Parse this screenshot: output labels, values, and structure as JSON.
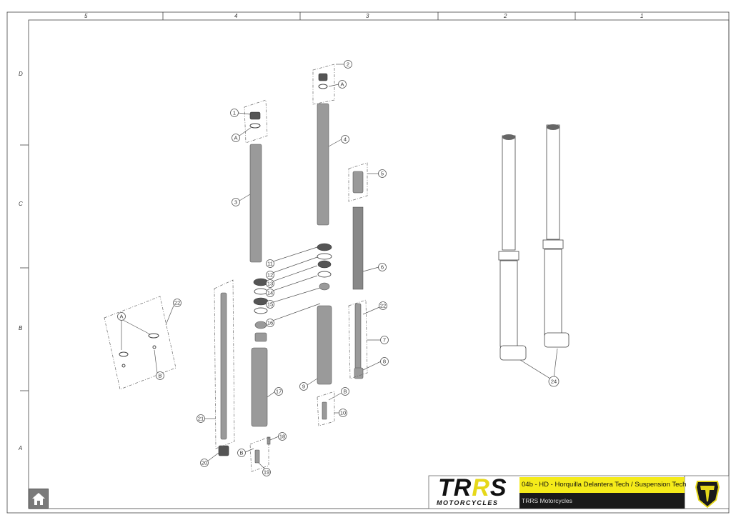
{
  "ruler": {
    "columns": [
      "5",
      "4",
      "3",
      "2",
      "1"
    ],
    "rows": [
      "D",
      "C",
      "B",
      "A"
    ]
  },
  "title_block": {
    "logo_text": "TRRS",
    "logo_subtext": "MOTORCYCLES",
    "title": "04b - HD - Horquilla Delantera Tech / Suspension Tech",
    "subtitle": "TRRS Motorcycles"
  },
  "callouts": {
    "c1": "1",
    "c2": "2",
    "c3": "3",
    "c4": "4",
    "c5": "5",
    "c6": "6",
    "c7": "7",
    "c8": "8",
    "c9": "9",
    "c10": "10",
    "c11": "11",
    "c12": "12",
    "c13": "13",
    "c14": "14",
    "c15": "15",
    "c16": "16",
    "c17": "17",
    "c18": "18",
    "c19": "19",
    "c20": "20",
    "c21": "21",
    "c22a": "22",
    "c22b": "22",
    "c24": "24",
    "a1": "A",
    "a2": "A",
    "a3": "A",
    "b1": "B",
    "b2": "B",
    "b3": "B"
  },
  "icons": {
    "home": "home-icon"
  },
  "colors": {
    "brand_yellow": "#f5eb1a",
    "black": "#1a1a1a"
  }
}
